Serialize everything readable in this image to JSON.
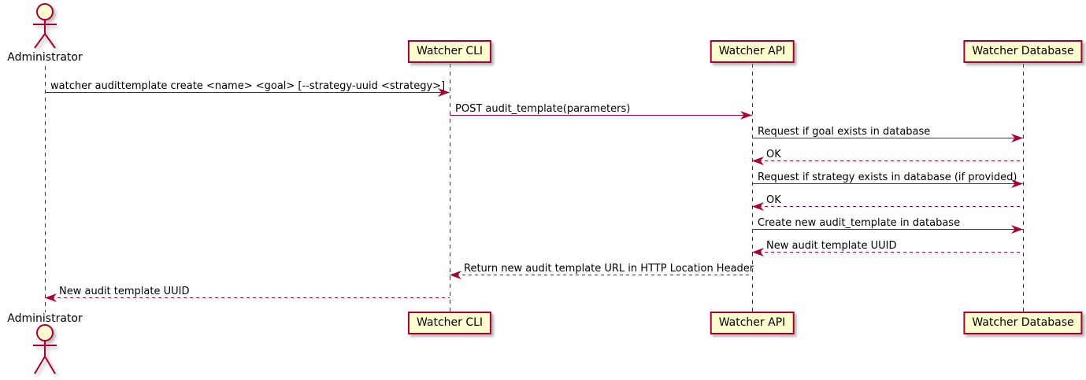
{
  "diagram_type": "uml-sequence-diagram",
  "colors": {
    "accent": "#A80036",
    "participant_fill": "#FEFECE",
    "text": "#000000",
    "background": "#FFFFFF"
  },
  "actor": {
    "label": "Administrator"
  },
  "participants": [
    {
      "label": "Watcher CLI"
    },
    {
      "label": "Watcher API"
    },
    {
      "label": "Watcher Database"
    }
  ],
  "messages": [
    {
      "from": "Administrator",
      "to": "Watcher CLI",
      "label": "watcher audittemplate create <name> <goal> [--strategy-uuid <strategy>]",
      "line": "solid",
      "direction": "right"
    },
    {
      "from": "Watcher CLI",
      "to": "Watcher API",
      "label": "POST audit_template(parameters)",
      "line": "solid",
      "direction": "right"
    },
    {
      "from": "Watcher API",
      "to": "Watcher Database",
      "label": "Request if goal exists in database",
      "line": "solid",
      "direction": "right"
    },
    {
      "from": "Watcher Database",
      "to": "Watcher API",
      "label": "OK",
      "line": "dashed",
      "direction": "left"
    },
    {
      "from": "Watcher API",
      "to": "Watcher Database",
      "label": "Request if strategy exists in database (if provided)",
      "line": "solid",
      "direction": "right"
    },
    {
      "from": "Watcher Database",
      "to": "Watcher API",
      "label": "OK",
      "line": "dashed",
      "direction": "left"
    },
    {
      "from": "Watcher API",
      "to": "Watcher Database",
      "label": "Create new audit_template in database",
      "line": "solid",
      "direction": "right"
    },
    {
      "from": "Watcher Database",
      "to": "Watcher API",
      "label": "New audit template UUID",
      "line": "dashed",
      "direction": "left"
    },
    {
      "from": "Watcher API",
      "to": "Watcher CLI",
      "label": "Return new audit template URL in HTTP Location Header",
      "line": "dashed",
      "direction": "left"
    },
    {
      "from": "Watcher CLI",
      "to": "Administrator",
      "label": "New audit template UUID",
      "line": "dashed",
      "direction": "left"
    }
  ]
}
